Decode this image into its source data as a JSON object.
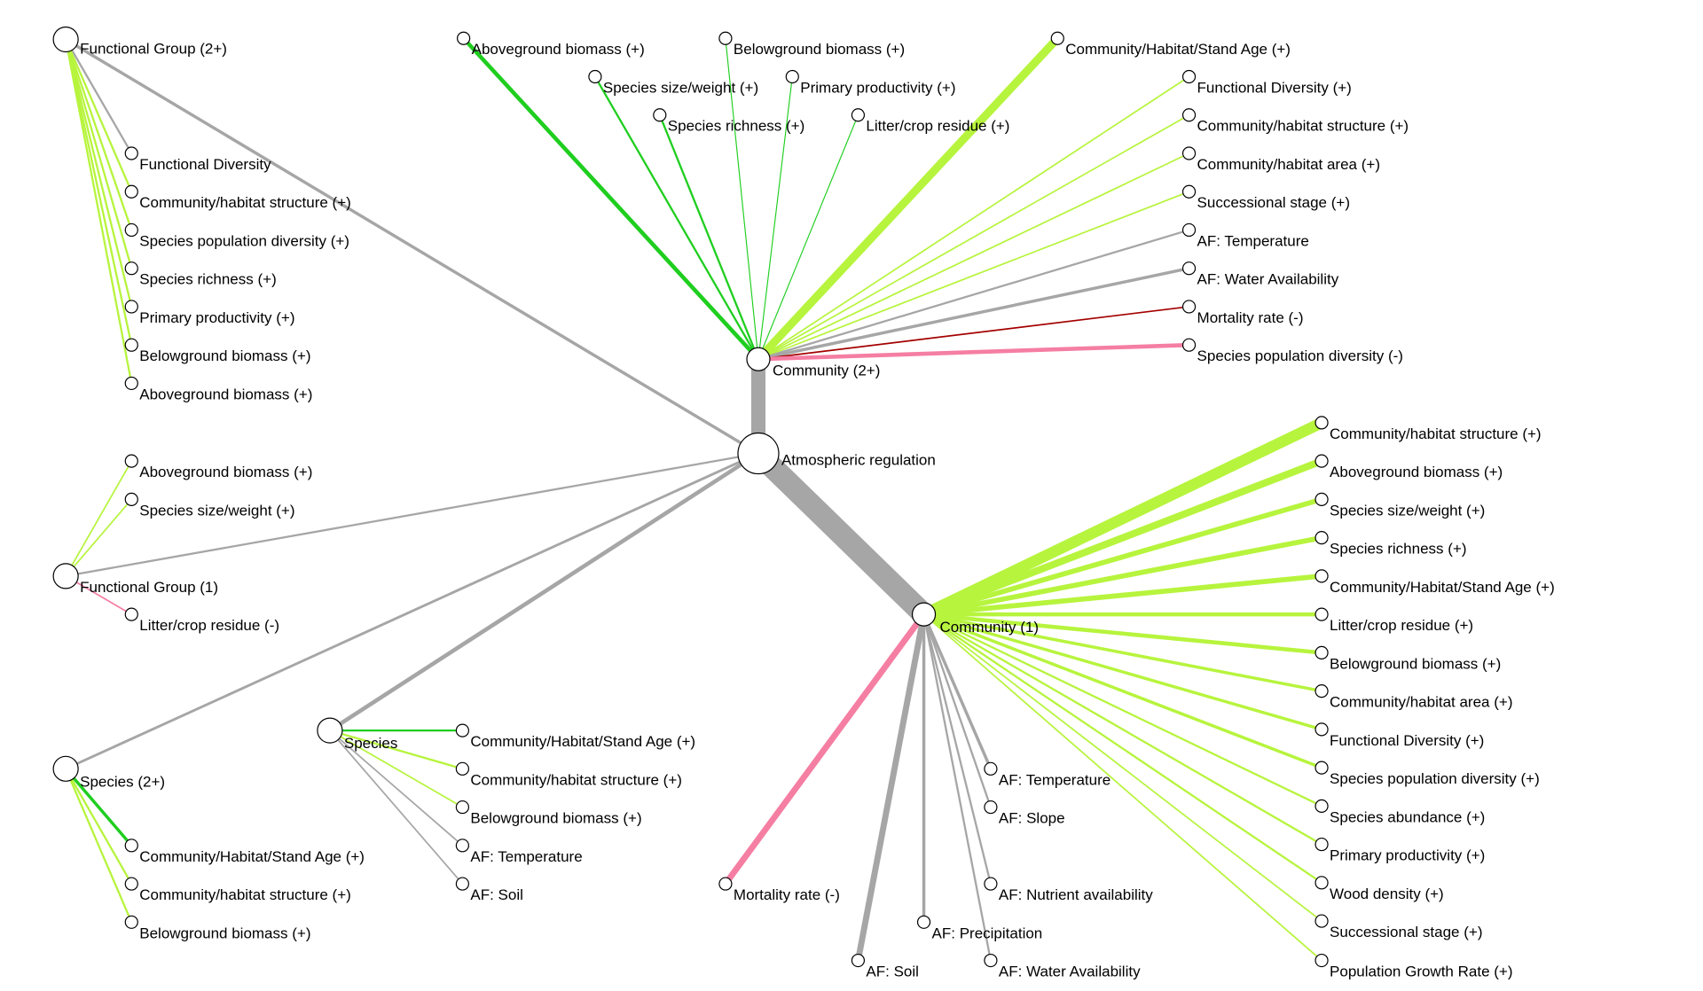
{
  "colors": {
    "neutral": "#a6a6a6",
    "positive_strong": "#1fce1f",
    "positive_light": "#b7f43d",
    "negative_strong": "#a40000",
    "negative_light": "#f57ea3"
  },
  "root": {
    "label": "Atmospheric regulation"
  },
  "groups": [
    {
      "id": "fg2",
      "label": "Functional Group (2+)",
      "link_color": "neutral",
      "link_weight": 3,
      "children": [
        {
          "label": "Functional Diversity",
          "color": "neutral",
          "weight": 2
        },
        {
          "label": "Community/habitat structure (+)",
          "color": "positive_light",
          "weight": 2
        },
        {
          "label": "Species population diversity (+)",
          "color": "positive_light",
          "weight": 2
        },
        {
          "label": "Species richness (+)",
          "color": "positive_light",
          "weight": 2
        },
        {
          "label": "Primary productivity (+)",
          "color": "positive_light",
          "weight": 2
        },
        {
          "label": "Belowground biomass (+)",
          "color": "positive_light",
          "weight": 2
        },
        {
          "label": "Aboveground biomass (+)",
          "color": "positive_light",
          "weight": 2
        }
      ]
    },
    {
      "id": "comm2",
      "label": "Community (2+)",
      "link_color": "neutral",
      "link_weight": 14,
      "children": [
        {
          "label": "Aboveground biomass (+)",
          "color": "positive_strong",
          "weight": 4
        },
        {
          "label": "Belowground biomass (+)",
          "color": "positive_strong",
          "weight": 1
        },
        {
          "label": "Species size/weight (+)",
          "color": "positive_strong",
          "weight": 2
        },
        {
          "label": "Primary productivity (+)",
          "color": "positive_strong",
          "weight": 1
        },
        {
          "label": "Species richness (+)",
          "color": "positive_strong",
          "weight": 2
        },
        {
          "label": "Litter/crop residue (+)",
          "color": "positive_strong",
          "weight": 1
        },
        {
          "label": "Community/Habitat/Stand Age (+)",
          "color": "positive_light",
          "weight": 8
        },
        {
          "label": "Functional Diversity (+)",
          "color": "positive_light",
          "weight": 1.5
        },
        {
          "label": "Community/habitat structure (+)",
          "color": "positive_light",
          "weight": 1.5
        },
        {
          "label": "Community/habitat area (+)",
          "color": "positive_light",
          "weight": 1.5
        },
        {
          "label": "Successional stage (+)",
          "color": "positive_light",
          "weight": 1.5
        },
        {
          "label": "AF: Temperature",
          "color": "neutral",
          "weight": 2
        },
        {
          "label": "AF: Water Availability",
          "color": "neutral",
          "weight": 3
        },
        {
          "label": "Mortality rate (-)",
          "color": "negative_strong",
          "weight": 1.5
        },
        {
          "label": "Species population diversity (-)",
          "color": "negative_light",
          "weight": 4
        }
      ]
    },
    {
      "id": "fg1",
      "label": "Functional Group (1)",
      "link_color": "neutral",
      "link_weight": 2,
      "children": [
        {
          "label": "Aboveground biomass (+)",
          "color": "positive_light",
          "weight": 1.5
        },
        {
          "label": "Species size/weight (+)",
          "color": "positive_light",
          "weight": 1.5
        },
        {
          "label": "Litter/crop residue (-)",
          "color": "negative_light",
          "weight": 1.5
        }
      ]
    },
    {
      "id": "species",
      "label": "Species",
      "link_color": "neutral",
      "link_weight": 4,
      "children": [
        {
          "label": "Community/Habitat/Stand Age (+)",
          "color": "positive_strong",
          "weight": 2
        },
        {
          "label": "Community/habitat structure (+)",
          "color": "positive_light",
          "weight": 2
        },
        {
          "label": "Belowground biomass (+)",
          "color": "positive_light",
          "weight": 1.5
        },
        {
          "label": "AF: Temperature",
          "color": "neutral",
          "weight": 1.5
        },
        {
          "label": "AF: Soil",
          "color": "neutral",
          "weight": 1.5
        }
      ]
    },
    {
      "id": "species2",
      "label": "Species (2+)",
      "link_color": "neutral",
      "link_weight": 2.5,
      "children": [
        {
          "label": "Community/Habitat/Stand Age (+)",
          "color": "positive_strong",
          "weight": 3
        },
        {
          "label": "Community/habitat structure (+)",
          "color": "positive_light",
          "weight": 2
        },
        {
          "label": "Belowground biomass (+)",
          "color": "positive_light",
          "weight": 2
        }
      ]
    },
    {
      "id": "comm1",
      "label": "Community (1)",
      "link_color": "neutral",
      "link_weight": 22,
      "children": [
        {
          "label": "Community/habitat structure (+)",
          "color": "positive_light",
          "weight": 11
        },
        {
          "label": "Aboveground biomass (+)",
          "color": "positive_light",
          "weight": 7
        },
        {
          "label": "Species size/weight (+)",
          "color": "positive_light",
          "weight": 5
        },
        {
          "label": "Species richness (+)",
          "color": "positive_light",
          "weight": 5
        },
        {
          "label": "Community/Habitat/Stand Age (+)",
          "color": "positive_light",
          "weight": 5
        },
        {
          "label": "Litter/crop residue (+)",
          "color": "positive_light",
          "weight": 4
        },
        {
          "label": "Belowground biomass (+)",
          "color": "positive_light",
          "weight": 4
        },
        {
          "label": "Community/habitat area (+)",
          "color": "positive_light",
          "weight": 3
        },
        {
          "label": "Functional Diversity (+)",
          "color": "positive_light",
          "weight": 3
        },
        {
          "label": "Species population diversity (+)",
          "color": "positive_light",
          "weight": 3
        },
        {
          "label": "Species abundance (+)",
          "color": "positive_light",
          "weight": 2
        },
        {
          "label": "Primary productivity (+)",
          "color": "positive_light",
          "weight": 2
        },
        {
          "label": "Wood density (+)",
          "color": "positive_light",
          "weight": 2
        },
        {
          "label": "Successional stage (+)",
          "color": "positive_light",
          "weight": 1.5
        },
        {
          "label": "Population Growth Rate (+)",
          "color": "positive_light",
          "weight": 1.5
        },
        {
          "label": "Mortality rate (-)",
          "color": "negative_light",
          "weight": 6
        },
        {
          "label": "AF: Temperature",
          "color": "neutral",
          "weight": 3
        },
        {
          "label": "AF: Slope",
          "color": "neutral",
          "weight": 2
        },
        {
          "label": "AF: Nutrient availability",
          "color": "neutral",
          "weight": 2
        },
        {
          "label": "AF: Precipitation",
          "color": "neutral",
          "weight": 3
        },
        {
          "label": "AF: Water Availability",
          "color": "neutral",
          "weight": 2
        },
        {
          "label": "AF: Soil",
          "color": "neutral",
          "weight": 6
        }
      ]
    }
  ]
}
